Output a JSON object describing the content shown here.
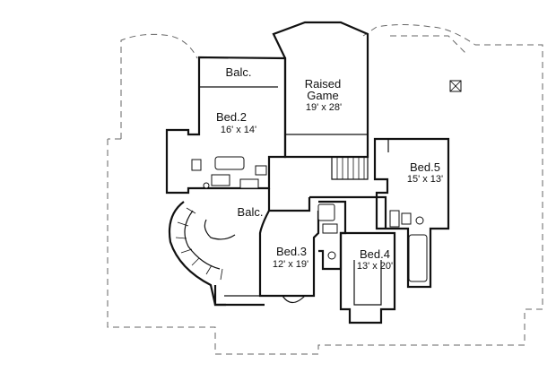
{
  "rooms": [
    {
      "key": "balc_top",
      "name": "Balc.",
      "size": ""
    },
    {
      "key": "bed2",
      "name": "Bed.2",
      "size": "16' x 14'"
    },
    {
      "key": "raised_game",
      "name": "Raised\nGame",
      "name_lines": [
        "Raised",
        "Game"
      ],
      "size": "19' x 28'"
    },
    {
      "key": "bed5",
      "name": "Bed.5",
      "size": "15' x 13'"
    },
    {
      "key": "balc_mid",
      "name": "Balc.",
      "size": ""
    },
    {
      "key": "bed3",
      "name": "Bed.3",
      "size": "12' x 19'"
    },
    {
      "key": "bed4",
      "name": "Bed.4",
      "size": "13' x 20'"
    }
  ]
}
